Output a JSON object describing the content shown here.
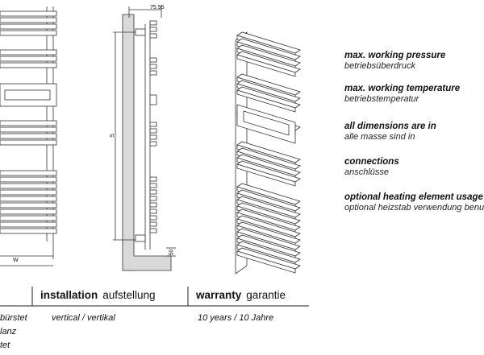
{
  "specs": [
    {
      "title": "max. working pressure",
      "subtitle": "betriebsüberdruck"
    },
    {
      "title": "max. working temperature",
      "subtitle": "betriebstemperatur"
    },
    {
      "title": "all dimensions are in",
      "subtitle": "alle masse sind in"
    },
    {
      "title": "connections",
      "subtitle": "anschlüsse"
    },
    {
      "title": "optional heating element usage av",
      "subtitle": "optional heizstab verwendung benu"
    }
  ],
  "headers": {
    "installation_bold": "installation",
    "installation_normal": "aufstellung",
    "warranty_bold": "warranty",
    "warranty_normal": "garantie"
  },
  "finish_rows": [
    "bürstet",
    "lanz",
    "tet"
  ],
  "installation_value": "vertical / vertikal",
  "warranty_value": "10 years / 10 Jahre",
  "dimension_labels": {
    "width": "W",
    "height": "S",
    "offset": "75.95",
    "bottom": "50"
  },
  "colors": {
    "line": "#333333",
    "wall_fill": "#d9d9d9",
    "divider": "#222222"
  }
}
